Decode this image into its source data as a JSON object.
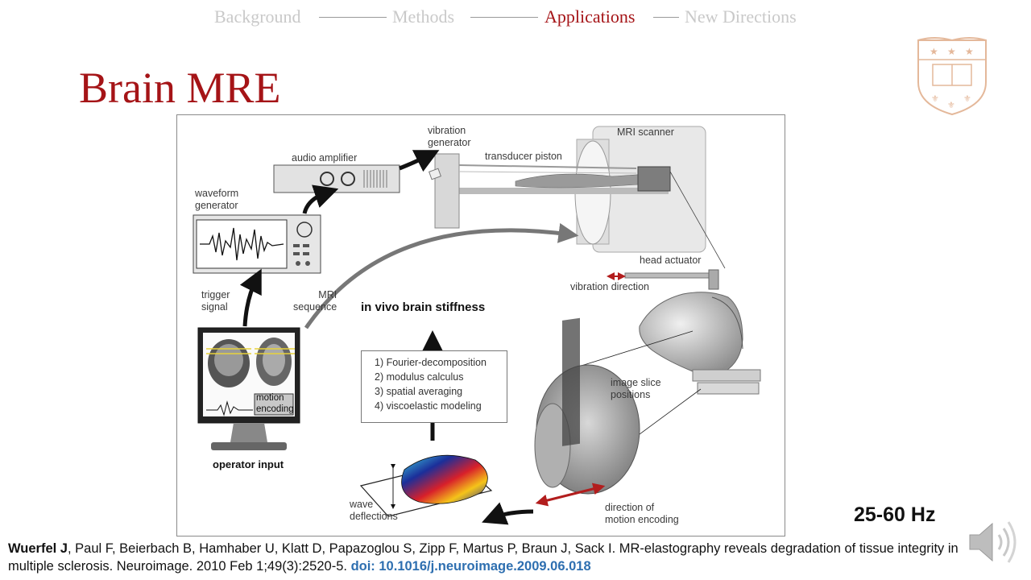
{
  "nav": {
    "items": [
      {
        "label": "Background",
        "active": false
      },
      {
        "label": "Methods",
        "active": false
      },
      {
        "label": "Applications",
        "active": true
      },
      {
        "label": "New Directions",
        "active": false
      }
    ]
  },
  "slide": {
    "title": "Brain MRE",
    "frequency": "25-60 Hz"
  },
  "figure": {
    "labels": {
      "vibration_generator": "vibration\ngenerator",
      "mri_scanner": "MRI scanner",
      "transducer_piston": "transducer piston",
      "audio_amplifier": "audio amplifier",
      "waveform_generator": "waveform\ngenerator",
      "trigger_signal": "trigger\nsignal",
      "mri_sequence": "MRI\nsequence",
      "head_actuator": "head actuator",
      "vibration_direction": "vibration direction",
      "in_vivo": "in vivo brain stiffness",
      "image_slice_positions": "image slice\npositions",
      "motion_encoding": "motion\nencoding",
      "operator_input": "operator input",
      "wave_deflections": "wave\ndeflections",
      "direction_of_motion_encoding": "direction of\nmotion encoding"
    },
    "steps": [
      "1) Fourier-decomposition",
      "2) modulus calculus",
      "3) spatial averaging",
      "4) viscoelastic modeling"
    ]
  },
  "citation": {
    "lead_author": "Wuerfel J",
    "text": ", Paul F, Beierbach B, Hamhaber U, Klatt D, Papazoglou S, Zipp F, Martus P, Braun J, Sack I. MR-elastography reveals degradation of tissue integrity in multiple sclerosis. Neuroimage. 2010 Feb 1;49(3):2520-5. ",
    "doi": "doi: 10.1016/j.neuroimage.2009.06.018"
  },
  "colors": {
    "accent": "#a51417",
    "nav_inactive": "#c9c9c9",
    "doi_link": "#2e6fb0"
  },
  "icons": [
    "university-shield-logo",
    "speaker-icon"
  ]
}
